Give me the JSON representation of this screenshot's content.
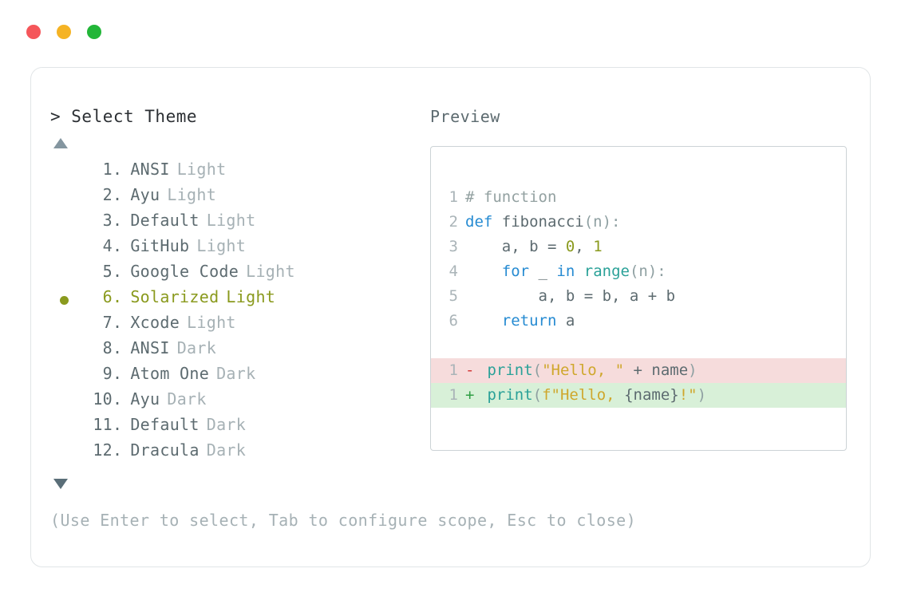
{
  "window": {
    "buttons": [
      {
        "name": "close",
        "color": "#f5565a"
      },
      {
        "name": "minimize",
        "color": "#f5b324"
      },
      {
        "name": "zoom",
        "color": "#22b638"
      }
    ]
  },
  "picker": {
    "prompt": "> Select Theme",
    "scroll_up_indicator": "▲",
    "scroll_down_indicator": "▼",
    "selected_index": 6,
    "items": [
      {
        "index": "1",
        "name": "ANSI",
        "variant": "Light",
        "selected": false
      },
      {
        "index": "2",
        "name": "Ayu",
        "variant": "Light",
        "selected": false
      },
      {
        "index": "3",
        "name": "Default",
        "variant": "Light",
        "selected": false
      },
      {
        "index": "4",
        "name": "GitHub",
        "variant": "Light",
        "selected": false
      },
      {
        "index": "5",
        "name": "Google Code",
        "variant": "Light",
        "selected": false
      },
      {
        "index": "6",
        "name": "Solarized",
        "variant": "Light",
        "selected": true
      },
      {
        "index": "7",
        "name": "Xcode",
        "variant": "Light",
        "selected": false
      },
      {
        "index": "8",
        "name": "ANSI",
        "variant": "Dark",
        "selected": false
      },
      {
        "index": "9",
        "name": "Atom One",
        "variant": "Dark",
        "selected": false
      },
      {
        "index": "10",
        "name": "Ayu",
        "variant": "Dark",
        "selected": false
      },
      {
        "index": "11",
        "name": "Default",
        "variant": "Dark",
        "selected": false
      },
      {
        "index": "12",
        "name": "Dracula",
        "variant": "Dark",
        "selected": false
      }
    ]
  },
  "preview": {
    "label": "Preview",
    "code_lines": [
      {
        "no": "1",
        "tokens": [
          {
            "t": "# function",
            "c": "comment"
          }
        ]
      },
      {
        "no": "2",
        "tokens": [
          {
            "t": "def",
            "c": "kw"
          },
          {
            "t": " fibonacci",
            "c": "plain"
          },
          {
            "t": "(n):",
            "c": "punct"
          }
        ]
      },
      {
        "no": "3",
        "tokens": [
          {
            "t": "    a, b = ",
            "c": "plain"
          },
          {
            "t": "0",
            "c": "num"
          },
          {
            "t": ", ",
            "c": "plain"
          },
          {
            "t": "1",
            "c": "num"
          }
        ]
      },
      {
        "no": "4",
        "tokens": [
          {
            "t": "    ",
            "c": "plain"
          },
          {
            "t": "for",
            "c": "kw"
          },
          {
            "t": " _ ",
            "c": "plain"
          },
          {
            "t": "in",
            "c": "kw"
          },
          {
            "t": " ",
            "c": "plain"
          },
          {
            "t": "range",
            "c": "fn"
          },
          {
            "t": "(n):",
            "c": "punct"
          }
        ]
      },
      {
        "no": "5",
        "tokens": [
          {
            "t": "        a, b = b, a + b",
            "c": "plain"
          }
        ]
      },
      {
        "no": "6",
        "tokens": [
          {
            "t": "    ",
            "c": "plain"
          },
          {
            "t": "return",
            "c": "kw"
          },
          {
            "t": " a",
            "c": "plain"
          }
        ]
      }
    ],
    "diff_lines": [
      {
        "no": "1",
        "kind": "del",
        "mark": "-",
        "tokens": [
          {
            "t": "print",
            "c": "fn"
          },
          {
            "t": "(",
            "c": "punct"
          },
          {
            "t": "\"Hello, \"",
            "c": "str"
          },
          {
            "t": " + name",
            "c": "plain"
          },
          {
            "t": ")",
            "c": "punct"
          }
        ]
      },
      {
        "no": "1",
        "kind": "add",
        "mark": "+",
        "tokens": [
          {
            "t": "print",
            "c": "fn"
          },
          {
            "t": "(",
            "c": "punct"
          },
          {
            "t": "f\"Hello, ",
            "c": "str"
          },
          {
            "t": "{name}",
            "c": "plain"
          },
          {
            "t": "!\"",
            "c": "str"
          },
          {
            "t": ")",
            "c": "punct"
          }
        ]
      }
    ]
  },
  "footer": {
    "hint": "(Use Enter to select, Tab to configure scope, Esc to close)"
  }
}
